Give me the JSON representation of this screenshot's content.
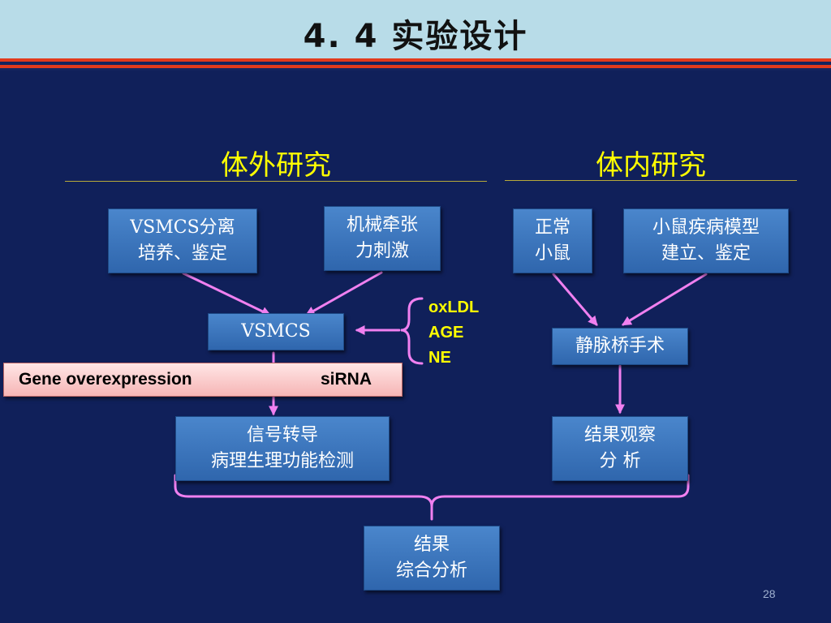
{
  "title": "4. 4  实验设计",
  "sections": {
    "invitro": {
      "heading": "体外研究"
    },
    "invivo": {
      "heading": "体内研究"
    }
  },
  "boxes": {
    "vsmcs_isolation": [
      "VSMCS分离",
      "培养、鉴定"
    ],
    "mechanical_stretch": [
      "机械牵张",
      "力刺激"
    ],
    "vsmcs": [
      "VSMCS"
    ],
    "signal": [
      "信号转导",
      "病理生理功能检测"
    ],
    "normal_mice": [
      "正常",
      "小鼠"
    ],
    "disease_model": [
      "小鼠疾病模型",
      "建立、鉴定"
    ],
    "vein_graft": [
      "静脉桥手术"
    ],
    "observation": [
      "结果观察",
      "分 析"
    ],
    "synthesis": [
      "结果",
      "综合分析"
    ]
  },
  "interventions": {
    "overexpression": "Gene overexpression",
    "sirna": "siRNA"
  },
  "agents": [
    "oxLDL",
    "AGE",
    "NE"
  ],
  "page_number": "28",
  "colors": {
    "background": "#10205a",
    "title_bar": "#b8dce8",
    "accent_red": "#e23a1c",
    "heading_yellow": "#ffff00",
    "box_blue": "#3a74bd",
    "arrow_pink": "#f080f0"
  }
}
